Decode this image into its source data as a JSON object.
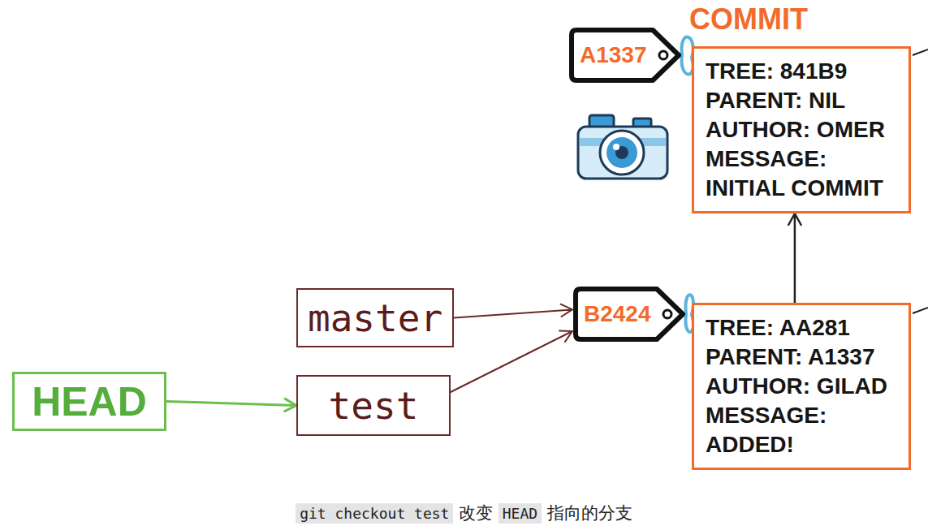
{
  "diagram": {
    "caption": "git checkout test 改变 HEAD 指向的分支",
    "nodes": [
      {
        "text": [
          "A1337"
        ]
      },
      {
        "text": [
          "COMMIT",
          "TREE: 841B9",
          "PARENT: NIL",
          "AUTHOR: OMER",
          "MESSAGE: INITIAL COMMIT"
        ]
      },
      {
        "text": [
          "master"
        ]
      },
      {
        "text": [
          "B2424"
        ]
      },
      {
        "text": [
          "TREE: AA281",
          "PARENT: A1337",
          "AUTHOR: GILAD",
          "MESSAGE: ADDED!"
        ]
      },
      {
        "text": [
          "HEAD"
        ]
      },
      {
        "text": [
          "test"
        ]
      }
    ],
    "edges": [
      {
        "from": 0,
        "to": 1,
        "arrow": "none"
      },
      {
        "from": 4,
        "to": 1,
        "arrow": "to"
      },
      {
        "from": 2,
        "to": 3,
        "arrow": "to"
      },
      {
        "from": 3,
        "to": 4,
        "arrow": "none"
      },
      {
        "from": 5,
        "to": 6,
        "arrow": "to"
      },
      {
        "from": 6,
        "to": 3,
        "arrow": "to"
      }
    ]
  }
}
